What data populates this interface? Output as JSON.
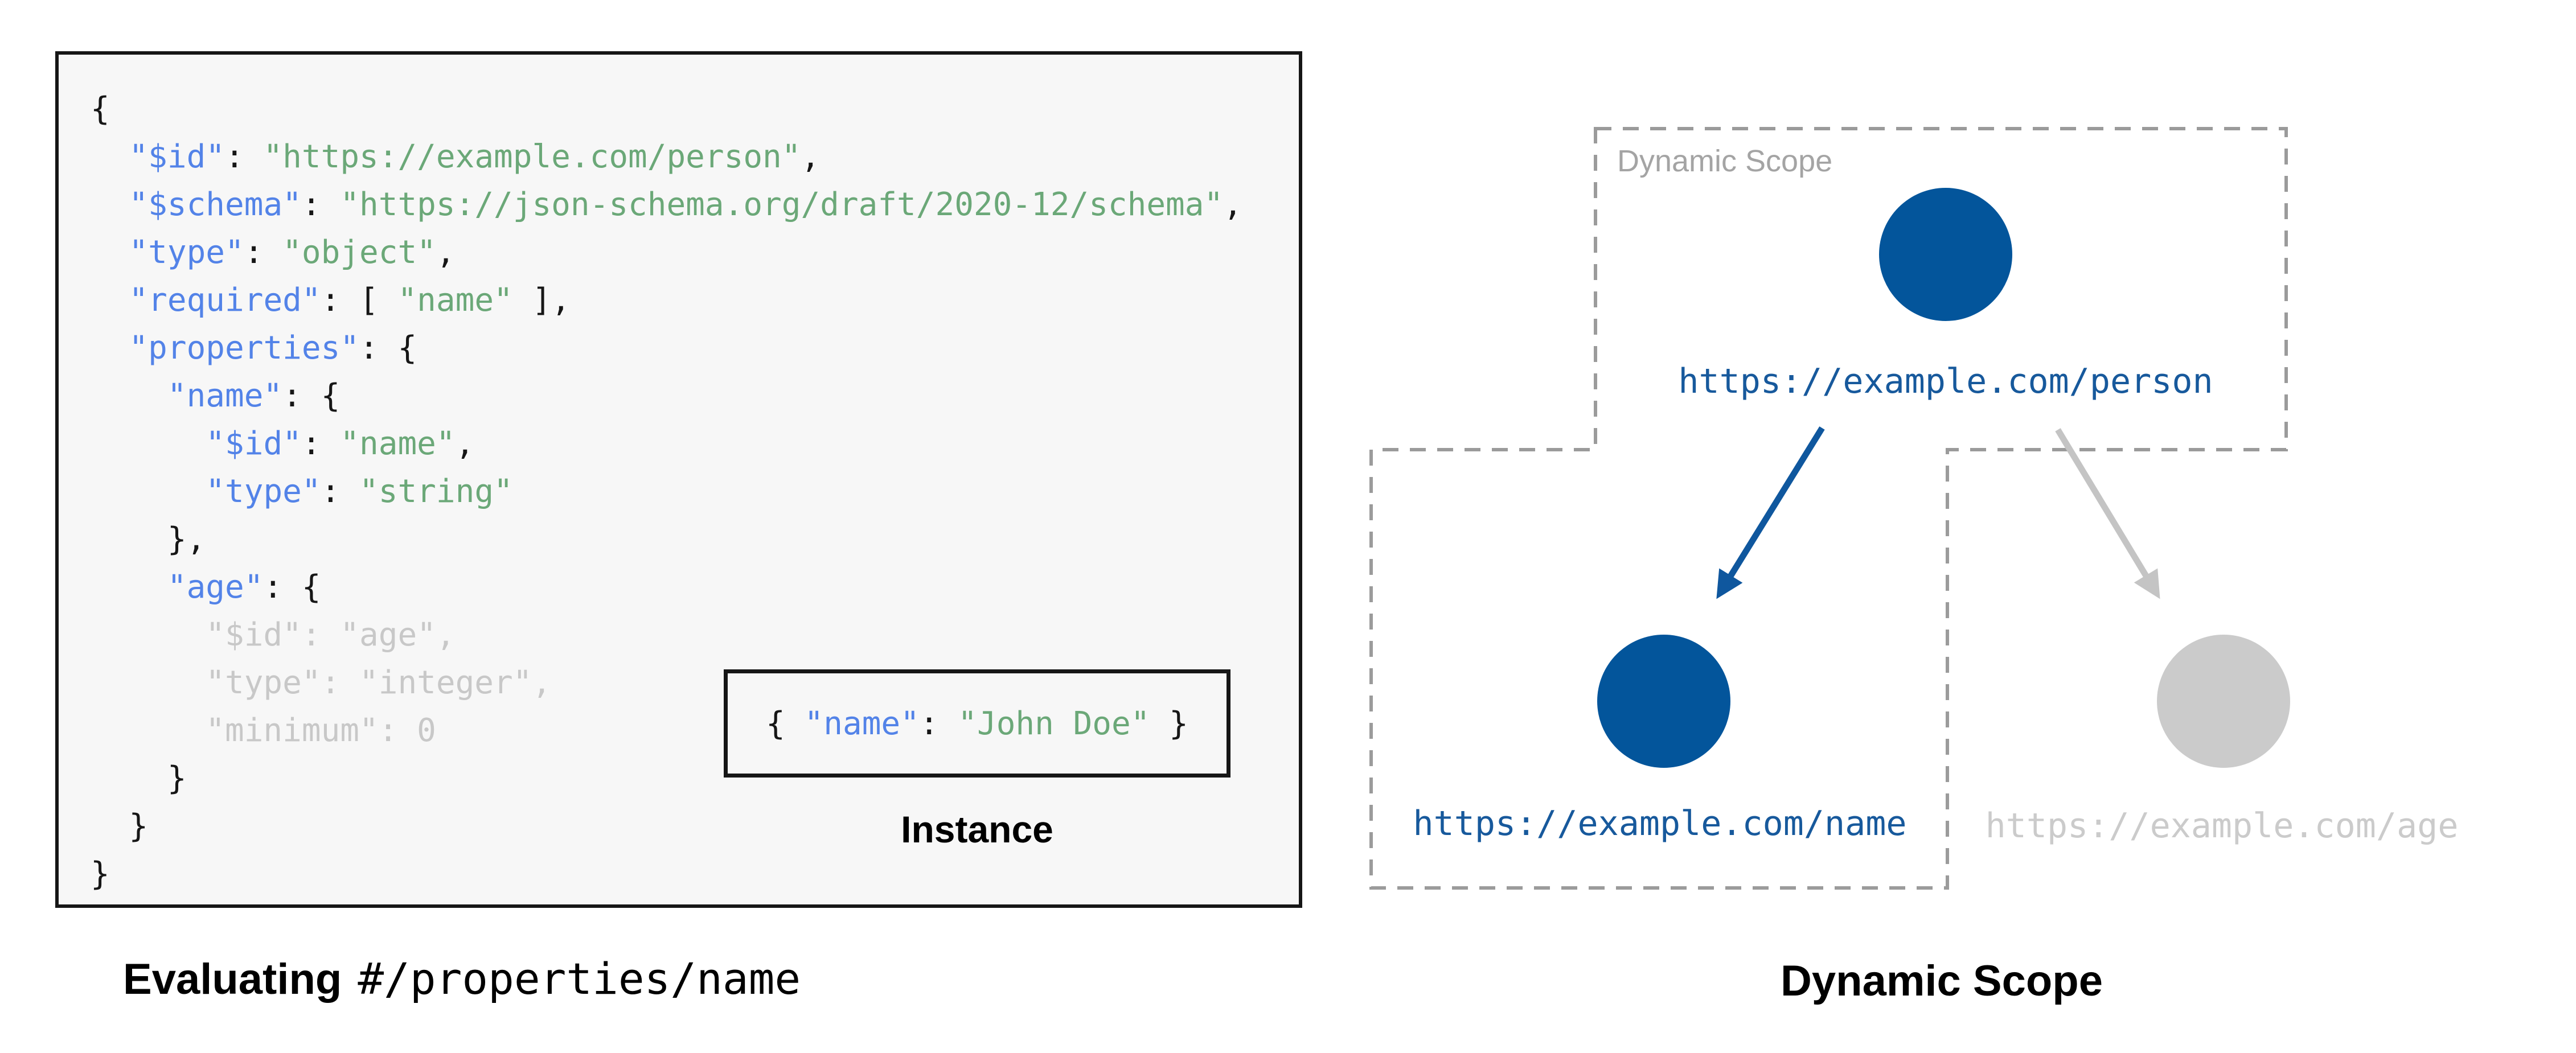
{
  "left_panel": {
    "code": {
      "lines": [
        {
          "tokens": [
            {
              "t": "{",
              "c": "plain"
            }
          ]
        },
        {
          "tokens": [
            {
              "t": "  ",
              "c": "plain"
            },
            {
              "t": "\"$id\"",
              "c": "key"
            },
            {
              "t": ": ",
              "c": "plain"
            },
            {
              "t": "\"https://example.com/person\"",
              "c": "string"
            },
            {
              "t": ",",
              "c": "plain"
            }
          ]
        },
        {
          "tokens": [
            {
              "t": "  ",
              "c": "plain"
            },
            {
              "t": "\"$schema\"",
              "c": "key"
            },
            {
              "t": ": ",
              "c": "plain"
            },
            {
              "t": "\"https://json-schema.org/draft/2020-12/schema\"",
              "c": "string"
            },
            {
              "t": ",",
              "c": "plain"
            }
          ]
        },
        {
          "tokens": [
            {
              "t": "  ",
              "c": "plain"
            },
            {
              "t": "\"type\"",
              "c": "key"
            },
            {
              "t": ": ",
              "c": "plain"
            },
            {
              "t": "\"object\"",
              "c": "string"
            },
            {
              "t": ",",
              "c": "plain"
            }
          ]
        },
        {
          "tokens": [
            {
              "t": "  ",
              "c": "plain"
            },
            {
              "t": "\"required\"",
              "c": "key"
            },
            {
              "t": ": [ ",
              "c": "plain"
            },
            {
              "t": "\"name\"",
              "c": "string"
            },
            {
              "t": " ],",
              "c": "plain"
            }
          ]
        },
        {
          "tokens": [
            {
              "t": "  ",
              "c": "plain"
            },
            {
              "t": "\"properties\"",
              "c": "key"
            },
            {
              "t": ": {",
              "c": "plain"
            }
          ]
        },
        {
          "tokens": [
            {
              "t": "    ",
              "c": "plain"
            },
            {
              "t": "\"name\"",
              "c": "key"
            },
            {
              "t": ": {",
              "c": "plain"
            }
          ]
        },
        {
          "tokens": [
            {
              "t": "      ",
              "c": "plain"
            },
            {
              "t": "\"$id\"",
              "c": "key"
            },
            {
              "t": ": ",
              "c": "plain"
            },
            {
              "t": "\"name\"",
              "c": "string"
            },
            {
              "t": ",",
              "c": "plain"
            }
          ]
        },
        {
          "tokens": [
            {
              "t": "      ",
              "c": "plain"
            },
            {
              "t": "\"type\"",
              "c": "key"
            },
            {
              "t": ": ",
              "c": "plain"
            },
            {
              "t": "\"string\"",
              "c": "string"
            }
          ]
        },
        {
          "tokens": [
            {
              "t": "    },",
              "c": "plain"
            }
          ]
        },
        {
          "tokens": [
            {
              "t": "    ",
              "c": "plain"
            },
            {
              "t": "\"age\"",
              "c": "key"
            },
            {
              "t": ": {",
              "c": "plain"
            }
          ]
        },
        {
          "tokens": [
            {
              "t": "      \"$id\": \"age\",",
              "c": "muted"
            }
          ]
        },
        {
          "tokens": [
            {
              "t": "      \"type\": \"integer\",",
              "c": "muted"
            }
          ]
        },
        {
          "tokens": [
            {
              "t": "      \"minimum\": 0",
              "c": "muted"
            }
          ]
        },
        {
          "tokens": [
            {
              "t": "    }",
              "c": "plain"
            }
          ]
        },
        {
          "tokens": [
            {
              "t": "  }",
              "c": "plain"
            }
          ]
        },
        {
          "tokens": [
            {
              "t": "}",
              "c": "plain"
            }
          ]
        }
      ]
    },
    "instance": {
      "label": "Instance",
      "tokens": [
        {
          "t": "{ ",
          "c": "plain"
        },
        {
          "t": "\"name\"",
          "c": "key"
        },
        {
          "t": ": ",
          "c": "plain"
        },
        {
          "t": "\"John Doe\"",
          "c": "string"
        },
        {
          "t": " }",
          "c": "plain"
        }
      ]
    },
    "caption": {
      "bold": "Evaluating",
      "mono": "#/properties/name"
    }
  },
  "right_panel": {
    "scope_label": "Dynamic Scope",
    "nodes": [
      {
        "id": "person",
        "url": "https://example.com/person",
        "state": "active"
      },
      {
        "id": "name",
        "url": "https://example.com/name",
        "state": "active"
      },
      {
        "id": "age",
        "url": "https://example.com/age",
        "state": "inactive"
      }
    ],
    "caption": "Dynamic Scope"
  },
  "colors": {
    "accent_blue": "#03559B",
    "arrow_blue": "#0F579E",
    "url_blue": "#17599C",
    "key_blue": "#5383E8",
    "string_green": "#6BA878",
    "muted_gray": "#C8C8C8",
    "inactive_gray": "#CBCBCB",
    "dash_gray": "#9B9B9B",
    "label_gray": "#A4A4A4",
    "code_bg": "#F7F7F7",
    "ink": "#161616"
  }
}
